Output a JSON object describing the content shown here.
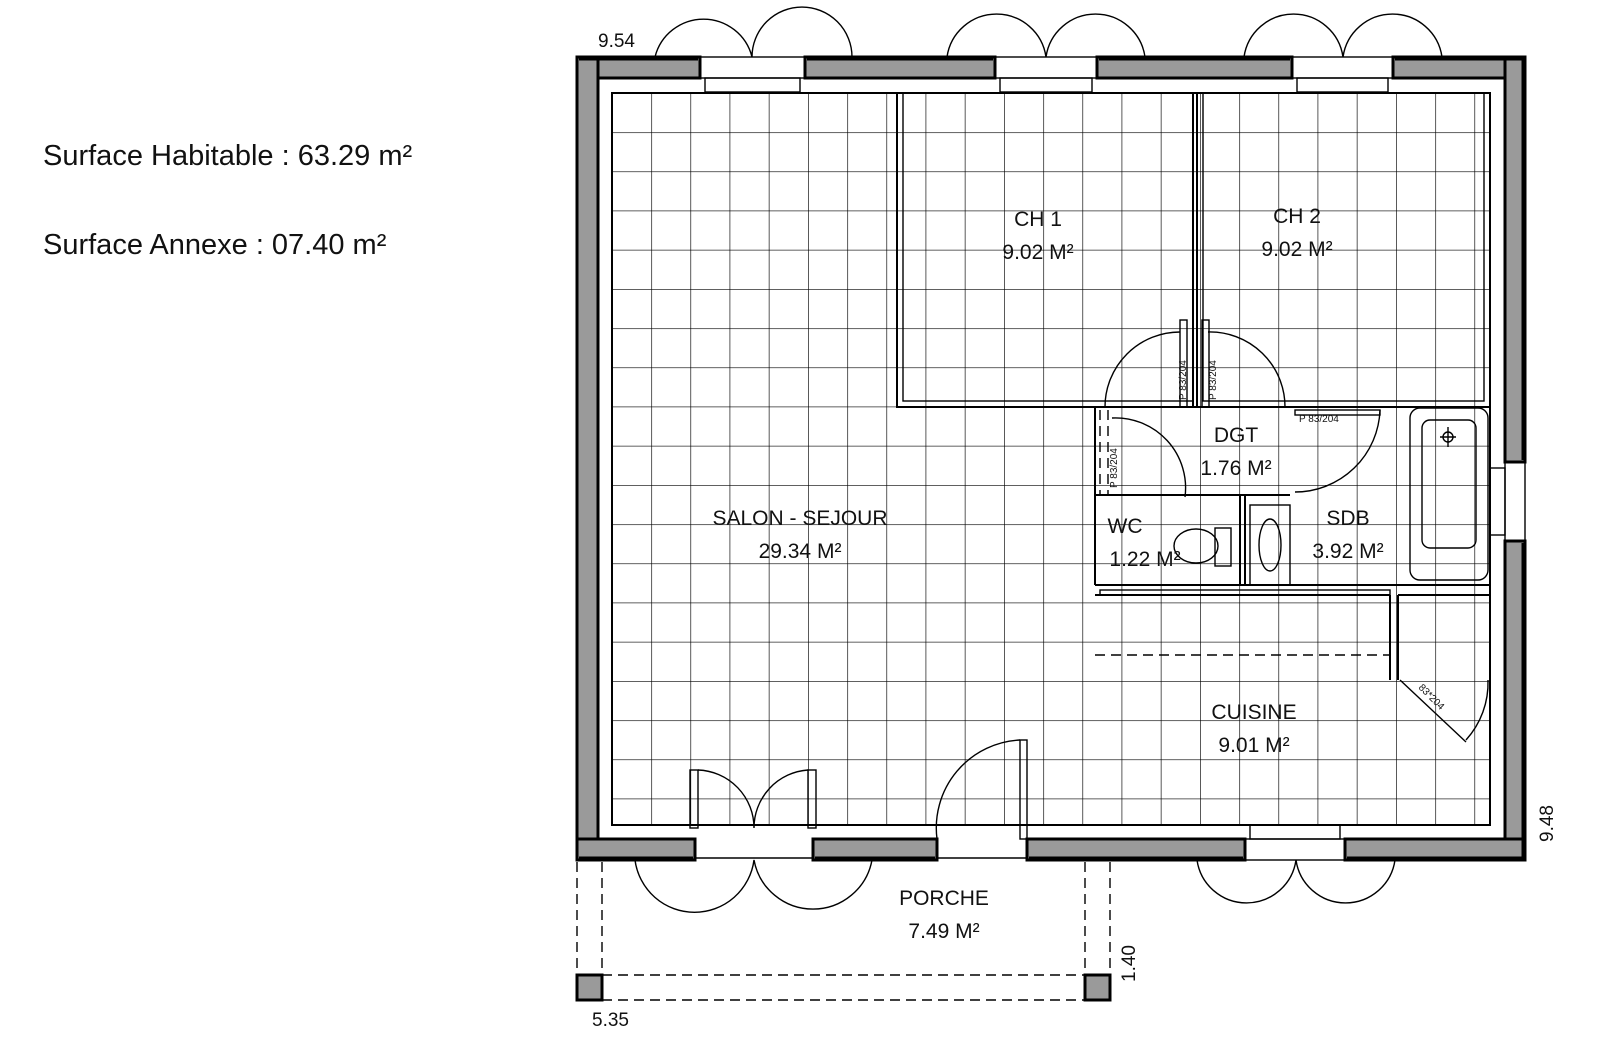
{
  "surfaces": {
    "habitable": "Surface Habitable : 63.29 m²",
    "annexe": "Surface Annexe : 07.40 m²"
  },
  "rooms": {
    "ch1": {
      "name": "CH 1",
      "area": "9.02 M²"
    },
    "ch2": {
      "name": "CH 2",
      "area": "9.02 M²"
    },
    "dgt": {
      "name": "DGT",
      "area": "1.76 M²"
    },
    "wc": {
      "name": "WC",
      "area": "1.22 M²"
    },
    "sdb": {
      "name": "SDB",
      "area": "3.92 M²"
    },
    "salon": {
      "name": "SALON - SEJOUR",
      "area": "29.34 M²"
    },
    "cuisine": {
      "name": "CUISINE",
      "area": "9.01 M²"
    },
    "porche": {
      "name": "PORCHE",
      "area": "7.49 M²"
    }
  },
  "dimensions": {
    "top_width": "9.54",
    "right_height": "9.48",
    "porch_depth": "1.40",
    "porch_width": "5.35"
  },
  "door_labels": {
    "ch1_door": "P 83/204",
    "ch2_door": "P 83/204",
    "sdb_door": "P 83/204",
    "wc_door": "P 83/204",
    "cuisine_door": "83*204"
  }
}
